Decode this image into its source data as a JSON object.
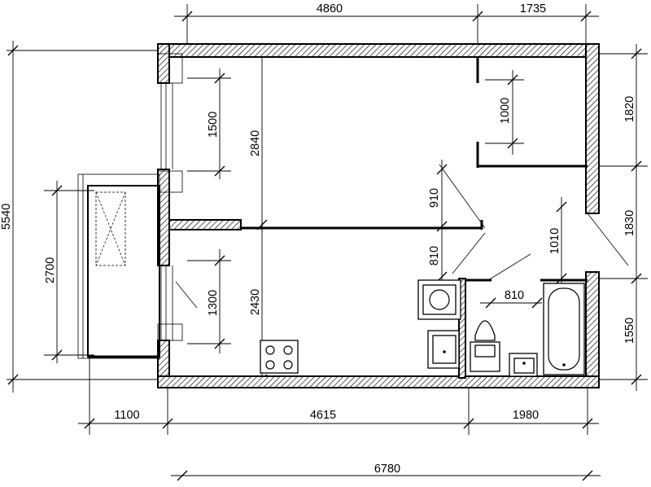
{
  "plan": {
    "dimensions": {
      "top_left": "4860",
      "top_right": "1735",
      "overall_height": "5540",
      "window_upper": "1500",
      "room_depth_upper": "2840",
      "closet_opening": "1000",
      "closet_height": "1820",
      "partition_opening": "910",
      "corridor_height": "1830",
      "corridor_gap": "1010",
      "kitchen_gap": "810",
      "bath_door": "810",
      "bath_height": "1550",
      "balcony_length": "2700",
      "window_lower": "1300",
      "room_depth_lower": "2430",
      "balcony_depth": "1100",
      "bottom_middle": "4615",
      "bottom_right": "1980",
      "overall_width": "6780"
    }
  }
}
